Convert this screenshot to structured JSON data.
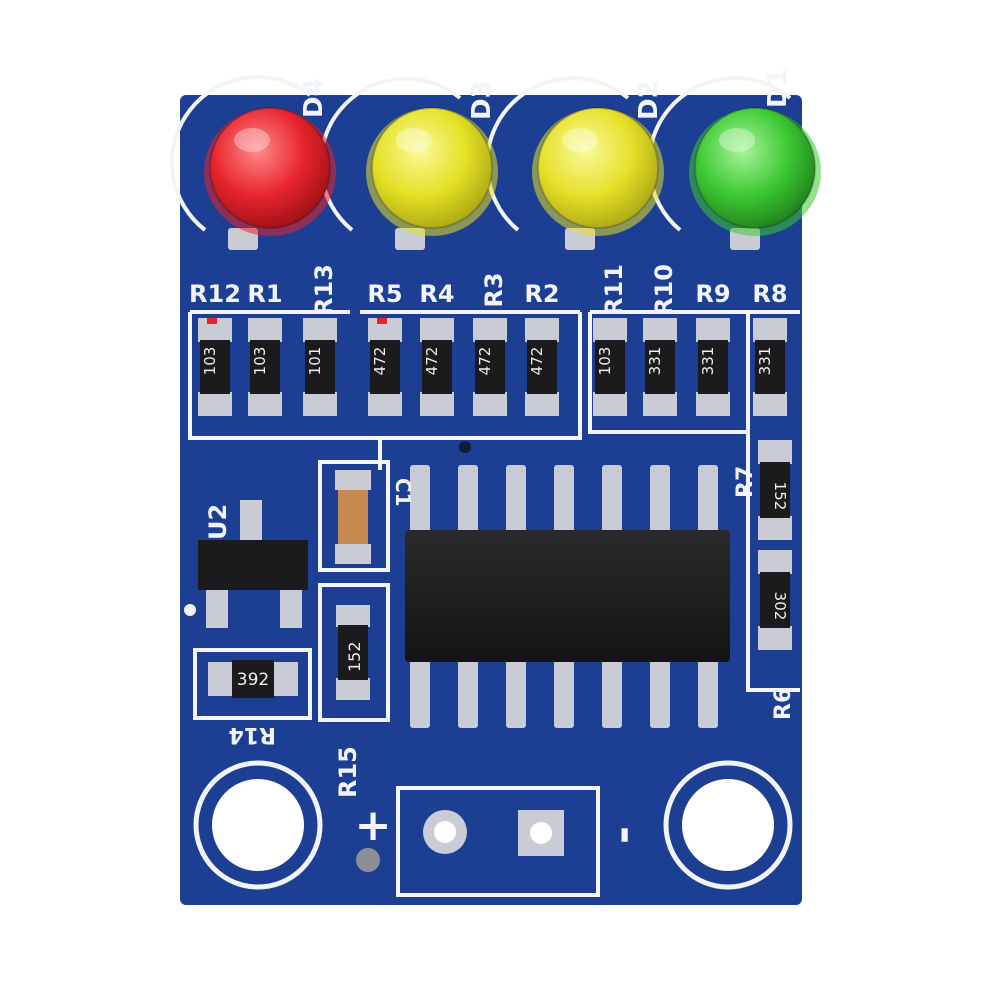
{
  "board": {
    "pcb_color": "#1d3f93",
    "silk_color": "#f2f4f8",
    "pad_color": "#c9ccd4",
    "chip_color": "#1b1b1d"
  },
  "leds": [
    {
      "label": "D4",
      "color": "#e8242c"
    },
    {
      "label": "D3",
      "color": "#e4e024"
    },
    {
      "label": "D2",
      "color": "#e6e028"
    },
    {
      "label": "D1",
      "color": "#3cc832"
    }
  ],
  "resistor_labels": [
    "R12",
    "R1",
    "R13",
    "R5",
    "R4",
    "R3",
    "R2",
    "R11",
    "R10",
    "R9",
    "R8"
  ],
  "resistor_codes": [
    "103",
    "103",
    "101",
    "472",
    "472",
    "472",
    "472",
    "103",
    "331",
    "331",
    "331"
  ],
  "side_resistors": [
    {
      "code": "152"
    },
    {
      "code": "302"
    }
  ],
  "side_labels": {
    "r7": "R7",
    "r6": "R6"
  },
  "regulator": {
    "label": "U2"
  },
  "capacitor": {
    "label": "C1"
  },
  "bottom_resistor": {
    "code": "152",
    "label": "R15"
  },
  "left_resistor": {
    "code": "392",
    "label": "R14"
  },
  "connector": {
    "plus": "+",
    "minus": "-"
  }
}
